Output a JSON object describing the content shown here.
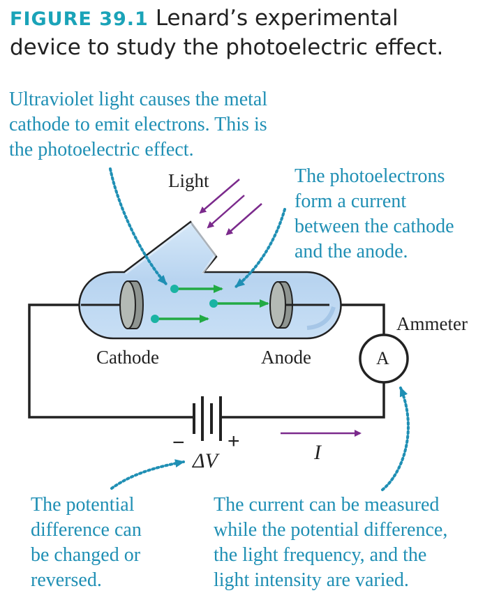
{
  "figure": {
    "number": "FIGURE 39.1",
    "title_line1": "Lenard’s experimental",
    "title_line2": "device to study the photoelectric effect."
  },
  "annotations": {
    "uv_line1": "Ultraviolet light causes the metal",
    "uv_line2": "cathode to emit electrons. This is",
    "uv_line3": "the photoelectric effect.",
    "pe_line1": "The photoelectrons",
    "pe_line2": "form a current",
    "pe_line3": "between the cathode",
    "pe_line4": "and the anode.",
    "pd_line1": "The potential",
    "pd_line2": "difference can",
    "pd_line3": "be changed or",
    "pd_line4": "reversed.",
    "cm_line1": "The current can be measured",
    "cm_line2": "while the potential difference,",
    "cm_line3": "the light frequency, and the",
    "cm_line4": "light intensity are varied."
  },
  "labels": {
    "light": "Light",
    "cathode": "Cathode",
    "anode": "Anode",
    "ammeter": "Ammeter",
    "ammeter_symbol": "A",
    "minus": "−",
    "plus": "+",
    "delta_v": "ΔV",
    "current": "I"
  },
  "colors": {
    "annotation": "#1f8fb4",
    "figure_number": "#1aa3b8",
    "light_arrow": "#7b2a8c",
    "electron": "#1ab3a3",
    "electron_arrow": "#22aa44",
    "tube_fill": "#bcd8f2"
  }
}
